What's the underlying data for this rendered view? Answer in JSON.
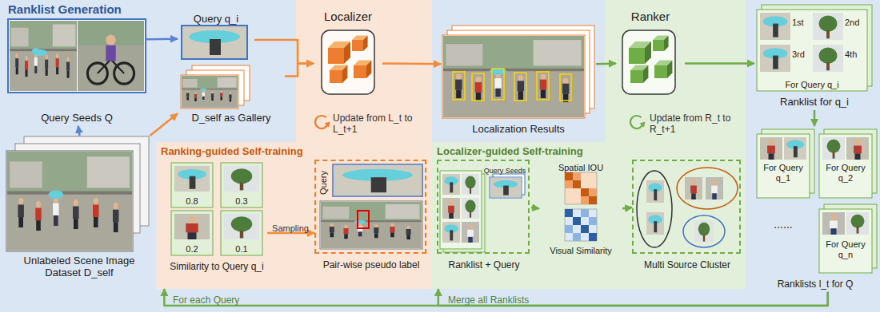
{
  "diagram": {
    "nodes": [
      {
        "text": [
          "Ranklist Generation"
        ]
      },
      {
        "text": [
          "Query Seeds Q"
        ],
        "in": 0
      },
      {
        "text": [
          "Unlabeled Scene Image Dataset D_self"
        ],
        "in": 0
      },
      {
        "text": [
          "Query q_i"
        ],
        "in": 0
      },
      {
        "text": [
          "D_self as Gallery"
        ],
        "in": 0
      },
      {
        "text": [
          "Localizer"
        ],
        "in": 0
      },
      {
        "text": [
          "Localization Results"
        ],
        "in": 0
      },
      {
        "text": [
          "Ranker"
        ],
        "in": 0
      },
      {
        "text": [
          "1st",
          "2nd",
          "3rd",
          "4th",
          "For Query q_i",
          "Ranklist for q_i"
        ],
        "in": 0
      },
      {
        "text": [
          "For Query q_1",
          "For Query q_2",
          "......",
          "For Query q_n",
          "Ranklists l_t for Q"
        ],
        "in": 0
      },
      {
        "text": [
          "Ranking-guided Self-training"
        ],
        "in": 0
      },
      {
        "text": [
          "0.8",
          "0.3",
          "0.2",
          "0.1",
          "Similarity to Query q_i"
        ],
        "in": 10
      },
      {
        "text": [
          "Query",
          "Pair-wise pseudo label"
        ],
        "in": 10
      },
      {
        "text": [
          "Localizer-guided Self-training"
        ],
        "in": 0
      },
      {
        "text": [
          "Query Seeds",
          "Ranklist + Query"
        ],
        "in": 13
      },
      {
        "text": [
          "Spatial IOU",
          "Visual Similarity"
        ],
        "in": 13
      },
      {
        "text": [
          "Multi Source Cluster"
        ],
        "in": 13
      }
    ],
    "edges": [
      {
        "from": 2,
        "to": 1,
        "arrow": "to"
      },
      {
        "from": 1,
        "to": 3,
        "arrow": "to"
      },
      {
        "from": 2,
        "to": 4,
        "arrow": "to"
      },
      {
        "from": 3,
        "to": 5,
        "arrow": "to"
      },
      {
        "from": 4,
        "to": 5,
        "arrow": "to"
      },
      {
        "from": 5,
        "to": 6,
        "arrow": "to"
      },
      {
        "from": 6,
        "to": 7,
        "arrow": "to"
      },
      {
        "from": 7,
        "to": 8,
        "arrow": "to"
      },
      {
        "from": 8,
        "to": 9,
        "arrow": "to"
      },
      {
        "from": 11,
        "to": 12,
        "label": "Sampling",
        "arrow": "to"
      },
      {
        "from": 14,
        "to": 15,
        "arrow": "to"
      },
      {
        "from": 15,
        "to": 16,
        "arrow": "to"
      },
      {
        "from": 9,
        "to": 10,
        "label": "For each Query",
        "arrow": "to"
      },
      {
        "from": 9,
        "to": 13,
        "label": "Merge all Ranklists",
        "arrow": "to"
      }
    ],
    "labels": [
      "Update from L_t to L_t+1",
      "Update from R_t to R_t+1"
    ]
  }
}
